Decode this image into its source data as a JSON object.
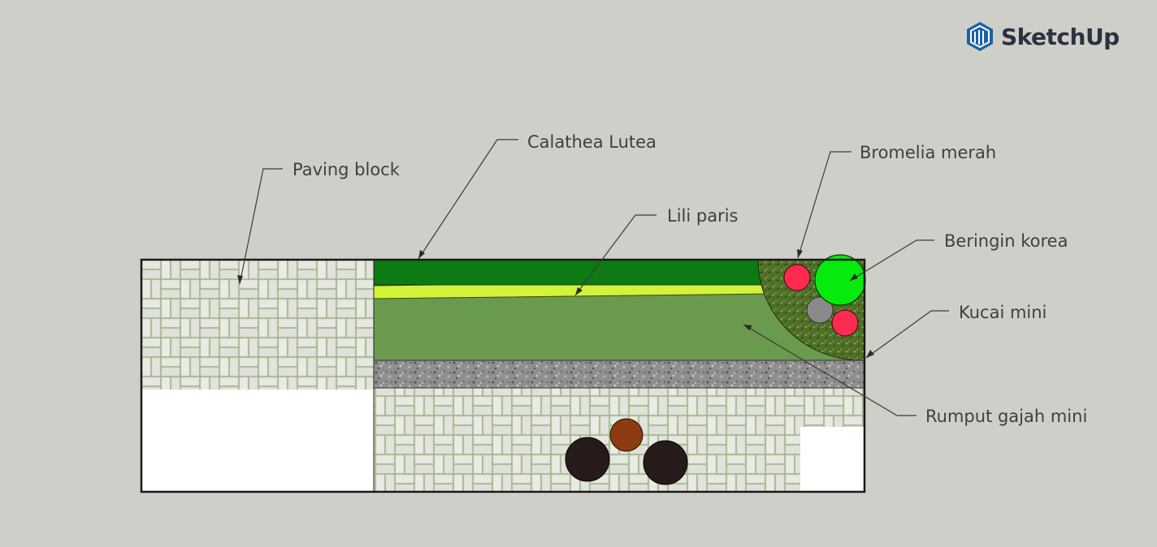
{
  "brand": {
    "name": "SketchUp",
    "icon": "sketchup-logo-icon",
    "color": "#1a61a8"
  },
  "colors": {
    "background": "#cfcfca",
    "calathea_lutea": "#0d7a13",
    "lili_paris": "#d3f23a",
    "rumput_gajah_mini": "#6a9a4e",
    "gravel": "#8d8d8d",
    "paving_block": "#e4e6df",
    "bromelia_merah": "#ff2a4f",
    "beringin_korea": "#06ea0e",
    "kucai_mini": "#4e6d28",
    "stone_gray": "#8a8a8a",
    "pot_brown": "#8c3a10",
    "pot_dark": "#261a1a"
  },
  "labels": {
    "paving_block": "Paving block",
    "calathea_lutea": "Calathea Lutea",
    "lili_paris": "Lili paris",
    "bromelia_merah": "Bromelia merah",
    "beringin_korea": "Beringin korea",
    "kucai_mini": "Kucai mini",
    "rumput_gajah_mini": "Rumput gajah mini"
  }
}
